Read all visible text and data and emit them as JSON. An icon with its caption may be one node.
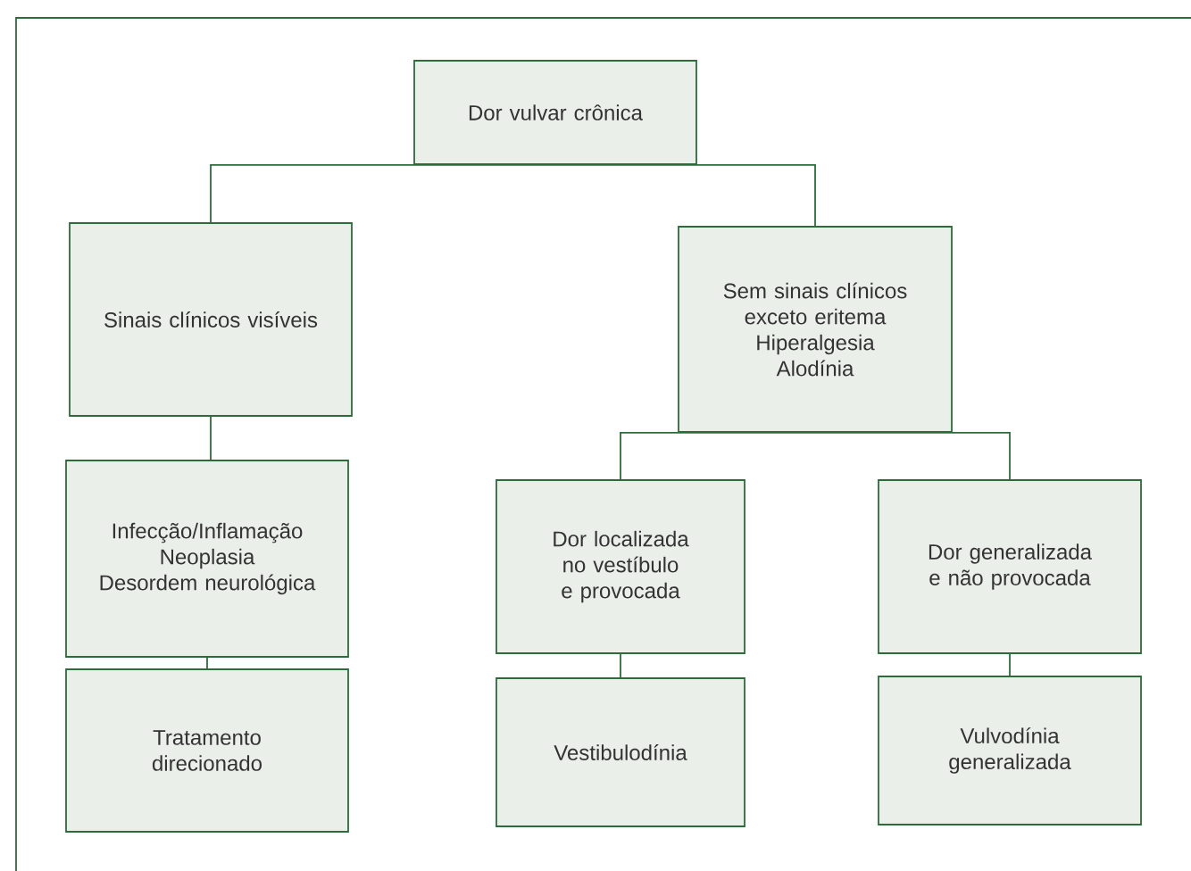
{
  "diagram": {
    "nodes": [
      {
        "text": [
          "Dor vulvar crônica"
        ]
      },
      {
        "text": [
          "Sinais clínicos visíveis"
        ]
      },
      {
        "text": [
          "Sem sinais clínicos exceto eritema",
          "Hiperalgesia",
          "Alodínia"
        ]
      },
      {
        "text": [
          "Infecção/Inflamação",
          "Neoplasia",
          "Desordem neurológica"
        ]
      },
      {
        "text": [
          "Tratamento direcionado"
        ]
      },
      {
        "text": [
          "Dor localizada no vestíbulo e provocada"
        ]
      },
      {
        "text": [
          "Dor generalizada e não provocada"
        ]
      },
      {
        "text": [
          "Vestibulodínia"
        ]
      },
      {
        "text": [
          "Vulvodínia generalizada"
        ]
      }
    ],
    "edges": [
      {
        "from": 0,
        "to": 1,
        "arrow": "none"
      },
      {
        "from": 0,
        "to": 2,
        "arrow": "none"
      },
      {
        "from": 1,
        "to": 3,
        "arrow": "none"
      },
      {
        "from": 3,
        "to": 4,
        "arrow": "none"
      },
      {
        "from": 2,
        "to": 5,
        "arrow": "none"
      },
      {
        "from": 2,
        "to": 6,
        "arrow": "none"
      },
      {
        "from": 5,
        "to": 7,
        "arrow": "none"
      },
      {
        "from": 6,
        "to": 8,
        "arrow": "none"
      }
    ]
  }
}
